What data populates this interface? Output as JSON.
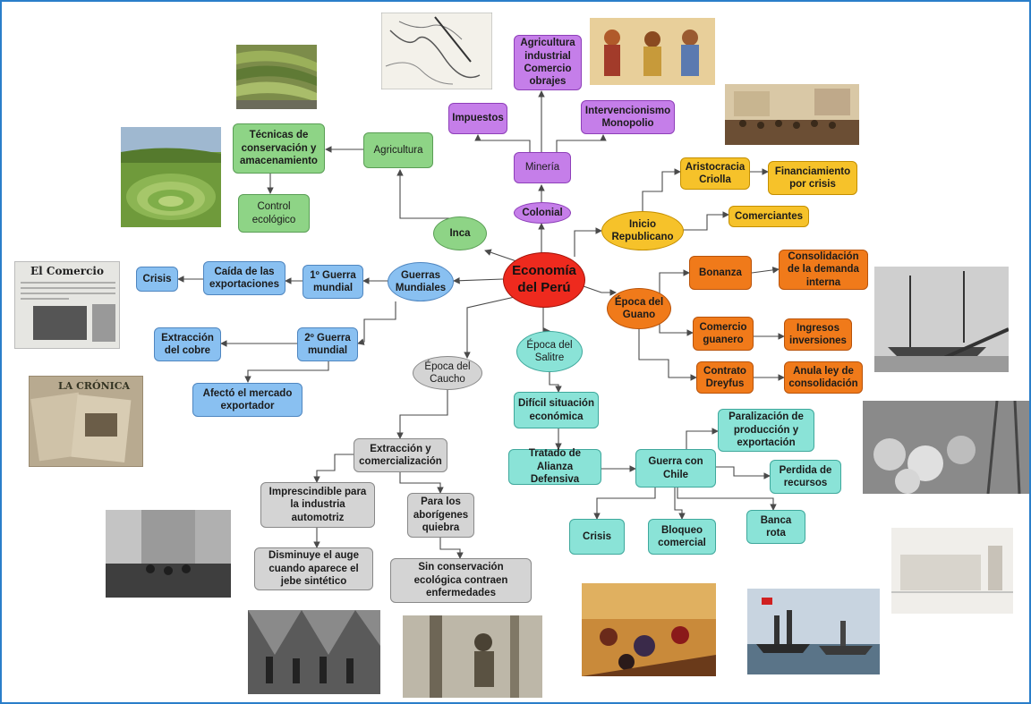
{
  "colors": {
    "border": "#2a7ec9",
    "line": "#4a4a4a",
    "green": "#8ed486",
    "purple": "#c57ee9",
    "yellow": "#f6c22a",
    "orange": "#f07a1a",
    "blue": "#89c0f1",
    "teal": "#8ae3d7",
    "gray": "#d4d4d4",
    "center": "#ee2a1e"
  },
  "nodes": {
    "center": "Economía del Perú",
    "inca": "Inca",
    "agricultura": "Agricultura",
    "tecnicas": "Técnicas de conservación y amacenamiento",
    "control": "Control ecológico",
    "colonial": "Colonial",
    "mineria": "Minería",
    "impuestos": "Impuestos",
    "agri_ind": "Agricultura industrial Comercio obrajes",
    "interv": "Intervencionismo Monopolio",
    "inicio": "Inicio Republicano",
    "aristocracia": "Aristocracia Criolla",
    "financiamiento": "Financiamiento por crisis",
    "comerciantes": "Comerciantes",
    "guano": "Época del Guano",
    "bonanza": "Bonanza",
    "consolidacion": "Consolidación de la demanda interna",
    "comercio_guanero": "Comercio guanero",
    "ingresos": "Ingresos inversiones",
    "contrato": "Contrato Dreyfus",
    "anula": "Anula ley de consolidación",
    "guerras": "Guerras Mundiales",
    "g1": "1º Guerra mundial",
    "caida": "Caída de las exportaciones",
    "crisis1": "Crisis",
    "g2": "2º Guerra mundial",
    "cobre": "Extracción del cobre",
    "afecto": "Afectó el mercado exportador",
    "caucho": "Época del Caucho",
    "extraccion": "Extracción y comercialización",
    "imprescindible": "Imprescindible para la industria automotriz",
    "disminuye": "Disminuye el auge cuando aparece el jebe sintético",
    "aborigenes": "Para los aborígenes quiebra",
    "sin_cons": "Sin conservación ecológica contraen enfermedades",
    "salitre": "Época del Salitre",
    "dificil": "Difícil situación económica",
    "tratado": "Tratado de Alianza Defensiva",
    "guerra_chile": "Guerra con Chile",
    "paralizacion": "Paralización de producción y exportación",
    "perdida": "Perdida de recursos",
    "banca": "Banca rota",
    "bloqueo": "Bloqueo comercial",
    "crisis2": "Crisis"
  },
  "photos": {
    "newspaper_label": "El Comercio",
    "newspaper2_label": "LA CRÓNICA"
  }
}
